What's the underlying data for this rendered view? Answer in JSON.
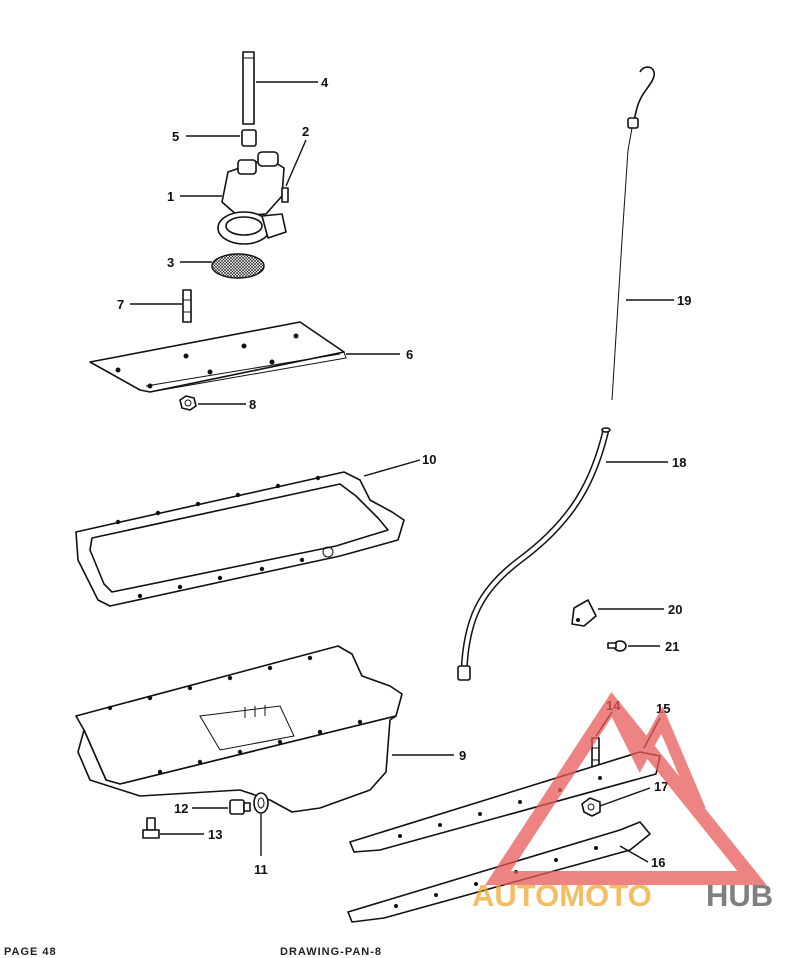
{
  "callouts": {
    "p1": "1",
    "p2": "2",
    "p3": "3",
    "p4": "4",
    "p5": "5",
    "p6": "6",
    "p7": "7",
    "p8": "8",
    "p9": "9",
    "p10": "10",
    "p11": "11",
    "p12": "12",
    "p13": "13",
    "p14": "14",
    "p15": "15",
    "p16": "16",
    "p17": "17",
    "p18": "18",
    "p19": "19",
    "p20": "20",
    "p21": "21"
  },
  "footer": {
    "page": "PAGE 48",
    "center": "DRAWING-PAN-8"
  },
  "watermark": {
    "part1": "AUTOMOTO",
    "part2": "HUB",
    "color_primary": "#f0a830",
    "color_secondary": "#555555",
    "color_logo": "#e85a5a"
  }
}
